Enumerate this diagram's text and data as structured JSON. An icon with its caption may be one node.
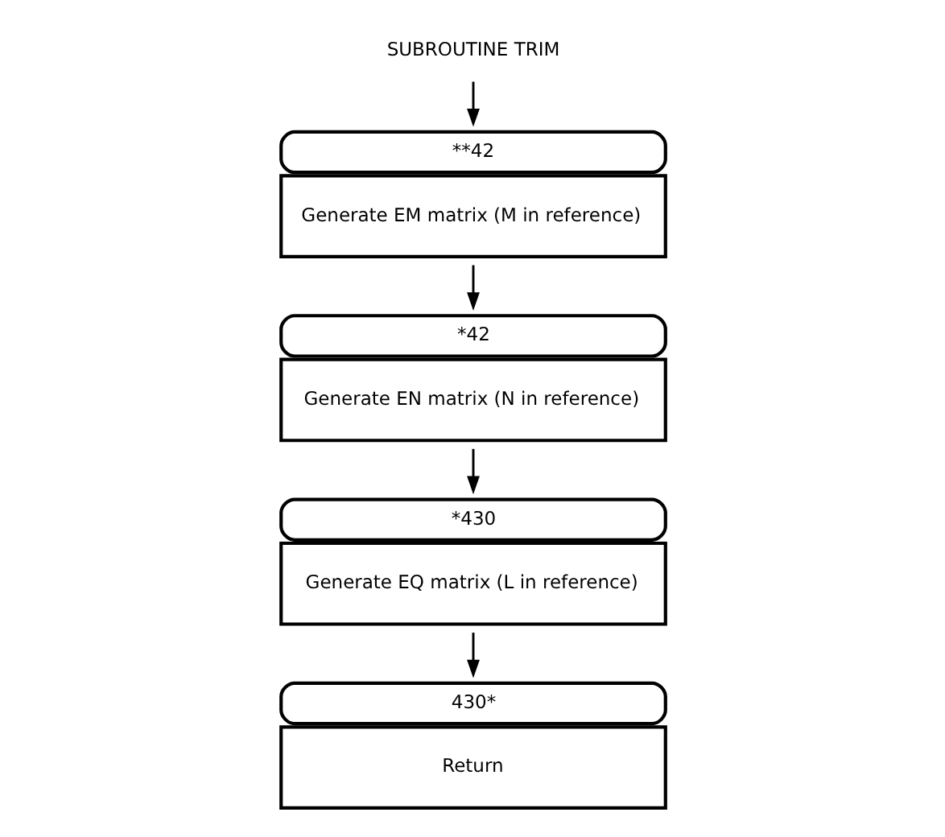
{
  "diagram": {
    "nodes": [
      {
        "text": [
          "SUBROUTINE TRIM"
        ]
      },
      {
        "text": [
          "Generate EM matrix (M in reference)"
        ],
        "beside": [
          "**42"
        ]
      },
      {
        "text": [
          "Generate EN matrix (N in reference)"
        ],
        "beside": [
          "*42"
        ]
      },
      {
        "text": [
          "Generate EQ matrix (L in reference)"
        ],
        "beside": [
          "*430"
        ]
      },
      {
        "text": [
          "Return"
        ],
        "beside": [
          "430*"
        ]
      }
    ],
    "edges": [
      {
        "from": 0,
        "to": 1,
        "arrow": "to"
      },
      {
        "from": 1,
        "to": 2,
        "arrow": "to"
      },
      {
        "from": 2,
        "to": 3,
        "arrow": "to"
      },
      {
        "from": 3,
        "to": 4,
        "arrow": "to"
      }
    ]
  }
}
